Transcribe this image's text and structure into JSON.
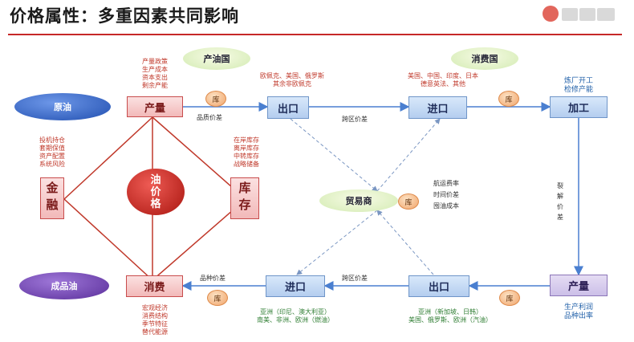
{
  "title": "价格属性：多重因素共同影响",
  "colors": {
    "accent": "#c62828",
    "flow_blue": "#4a7fd0",
    "text_red": "#c0392b",
    "text_blue": "#1f5fa8"
  },
  "diagram": {
    "circles": {
      "crude_oil": "原油",
      "refined_oil": "成品油",
      "oil_price": [
        "油",
        "价",
        "格"
      ]
    },
    "regions": {
      "producer": "产油国",
      "consumer": "消费国",
      "trader": "贸易商"
    },
    "nodes": {
      "production": "产量",
      "export_top": "出口",
      "import_top": "进口",
      "processing": "加工",
      "finance": "金融",
      "inventory": "库存",
      "consumption": "消费",
      "import_bottom": "进口",
      "export_bottom": "出口",
      "output": "产量"
    },
    "storage_badge": "库",
    "labels": {
      "quality_spread": "品质价差",
      "regional_spread_top": "跨区价差",
      "regional_spread_bottom": "跨区价差",
      "product_spread": "品种价差",
      "crack_spread": "裂解价差"
    },
    "notes": {
      "production_factors": [
        "产量政策",
        "生产成本",
        "资本支出",
        "剩余产能"
      ],
      "producer_countries": [
        "欧佩克、美国、俄罗斯",
        "其余非欧佩克"
      ],
      "consumer_countries": [
        "美国、中国、印度、日本",
        "德意英法、其他"
      ],
      "refinery": [
        "炼厂开工",
        "检修产能"
      ],
      "finance_factors": [
        "投机持仓",
        "套期保值",
        "资产配置",
        "系统风险"
      ],
      "inventory_types": [
        "在岸库存",
        "离岸库存",
        "中转库存",
        "战略储备"
      ],
      "trade_costs": [
        "航运费率",
        "时间价差",
        "囤油成本"
      ],
      "macro_factors": [
        "宏观经济",
        "消费结构",
        "季节特征",
        "替代能源"
      ],
      "asia_regions": [
        "亚洲（印尼、澳大利亚）",
        "南美、非洲、欧洲（燃油）"
      ],
      "export_regions": [
        "亚洲（新加坡、日韩）",
        "美国、俄罗斯、欧洲（汽油）"
      ],
      "output_factors": [
        "生产利润",
        "品种出率"
      ]
    }
  }
}
